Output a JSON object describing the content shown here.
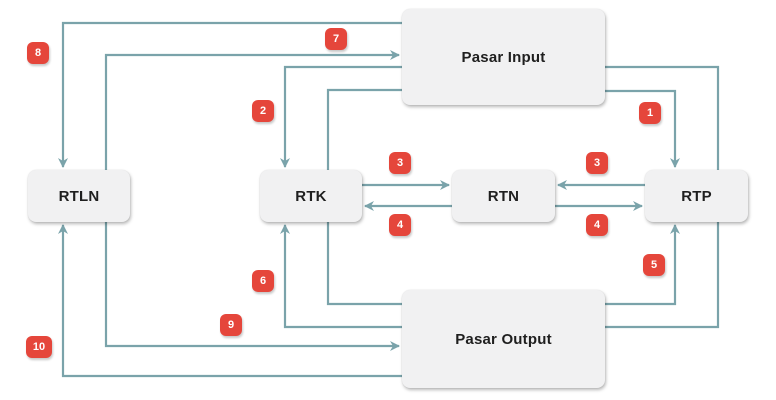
{
  "diagram": {
    "title": "",
    "colors": {
      "line": "#7aa3aa",
      "badge": "#e5463b",
      "box": "#f1f1f2",
      "text": "#1f1f1f"
    },
    "nodes": {
      "pasar_input": "Pasar Input",
      "pasar_output": "Pasar Output",
      "rtln": "RTLN",
      "rtk": "RTK",
      "rtn": "RTN",
      "rtp": "RTP"
    },
    "flows": [
      {
        "label": "1",
        "from": "Pasar Input",
        "to": "RTP"
      },
      {
        "label": "2",
        "from": "Pasar Input",
        "to": "RTK"
      },
      {
        "label": "3",
        "from": "RTK",
        "to": "RTN"
      },
      {
        "label": "3",
        "from": "RTP",
        "to": "RTN"
      },
      {
        "label": "4",
        "from": "RTN",
        "to": "RTK"
      },
      {
        "label": "4",
        "from": "RTN",
        "to": "RTP"
      },
      {
        "label": "5",
        "from": "Pasar Output",
        "to": "RTP"
      },
      {
        "label": "6",
        "from": "Pasar Output",
        "to": "RTK"
      },
      {
        "label": "7",
        "from": "RTLN",
        "to": "Pasar Input"
      },
      {
        "label": "8",
        "from": "Pasar Input",
        "to": "RTLN"
      },
      {
        "label": "9",
        "from": "RTLN",
        "to": "Pasar Output"
      },
      {
        "label": "10",
        "from": "Pasar Output",
        "to": "RTLN"
      }
    ],
    "undirected_links": [
      {
        "between": [
          "RTK",
          "Pasar Input"
        ]
      },
      {
        "between": [
          "RTP",
          "Pasar Input"
        ]
      },
      {
        "between": [
          "RTK",
          "Pasar Output"
        ]
      },
      {
        "between": [
          "RTP",
          "Pasar Output"
        ]
      }
    ],
    "badges": {
      "b1": "1",
      "b2": "2",
      "b3a": "3",
      "b3b": "3",
      "b4a": "4",
      "b4b": "4",
      "b5": "5",
      "b6": "6",
      "b7": "7",
      "b8": "8",
      "b9": "9",
      "b10": "10"
    }
  }
}
